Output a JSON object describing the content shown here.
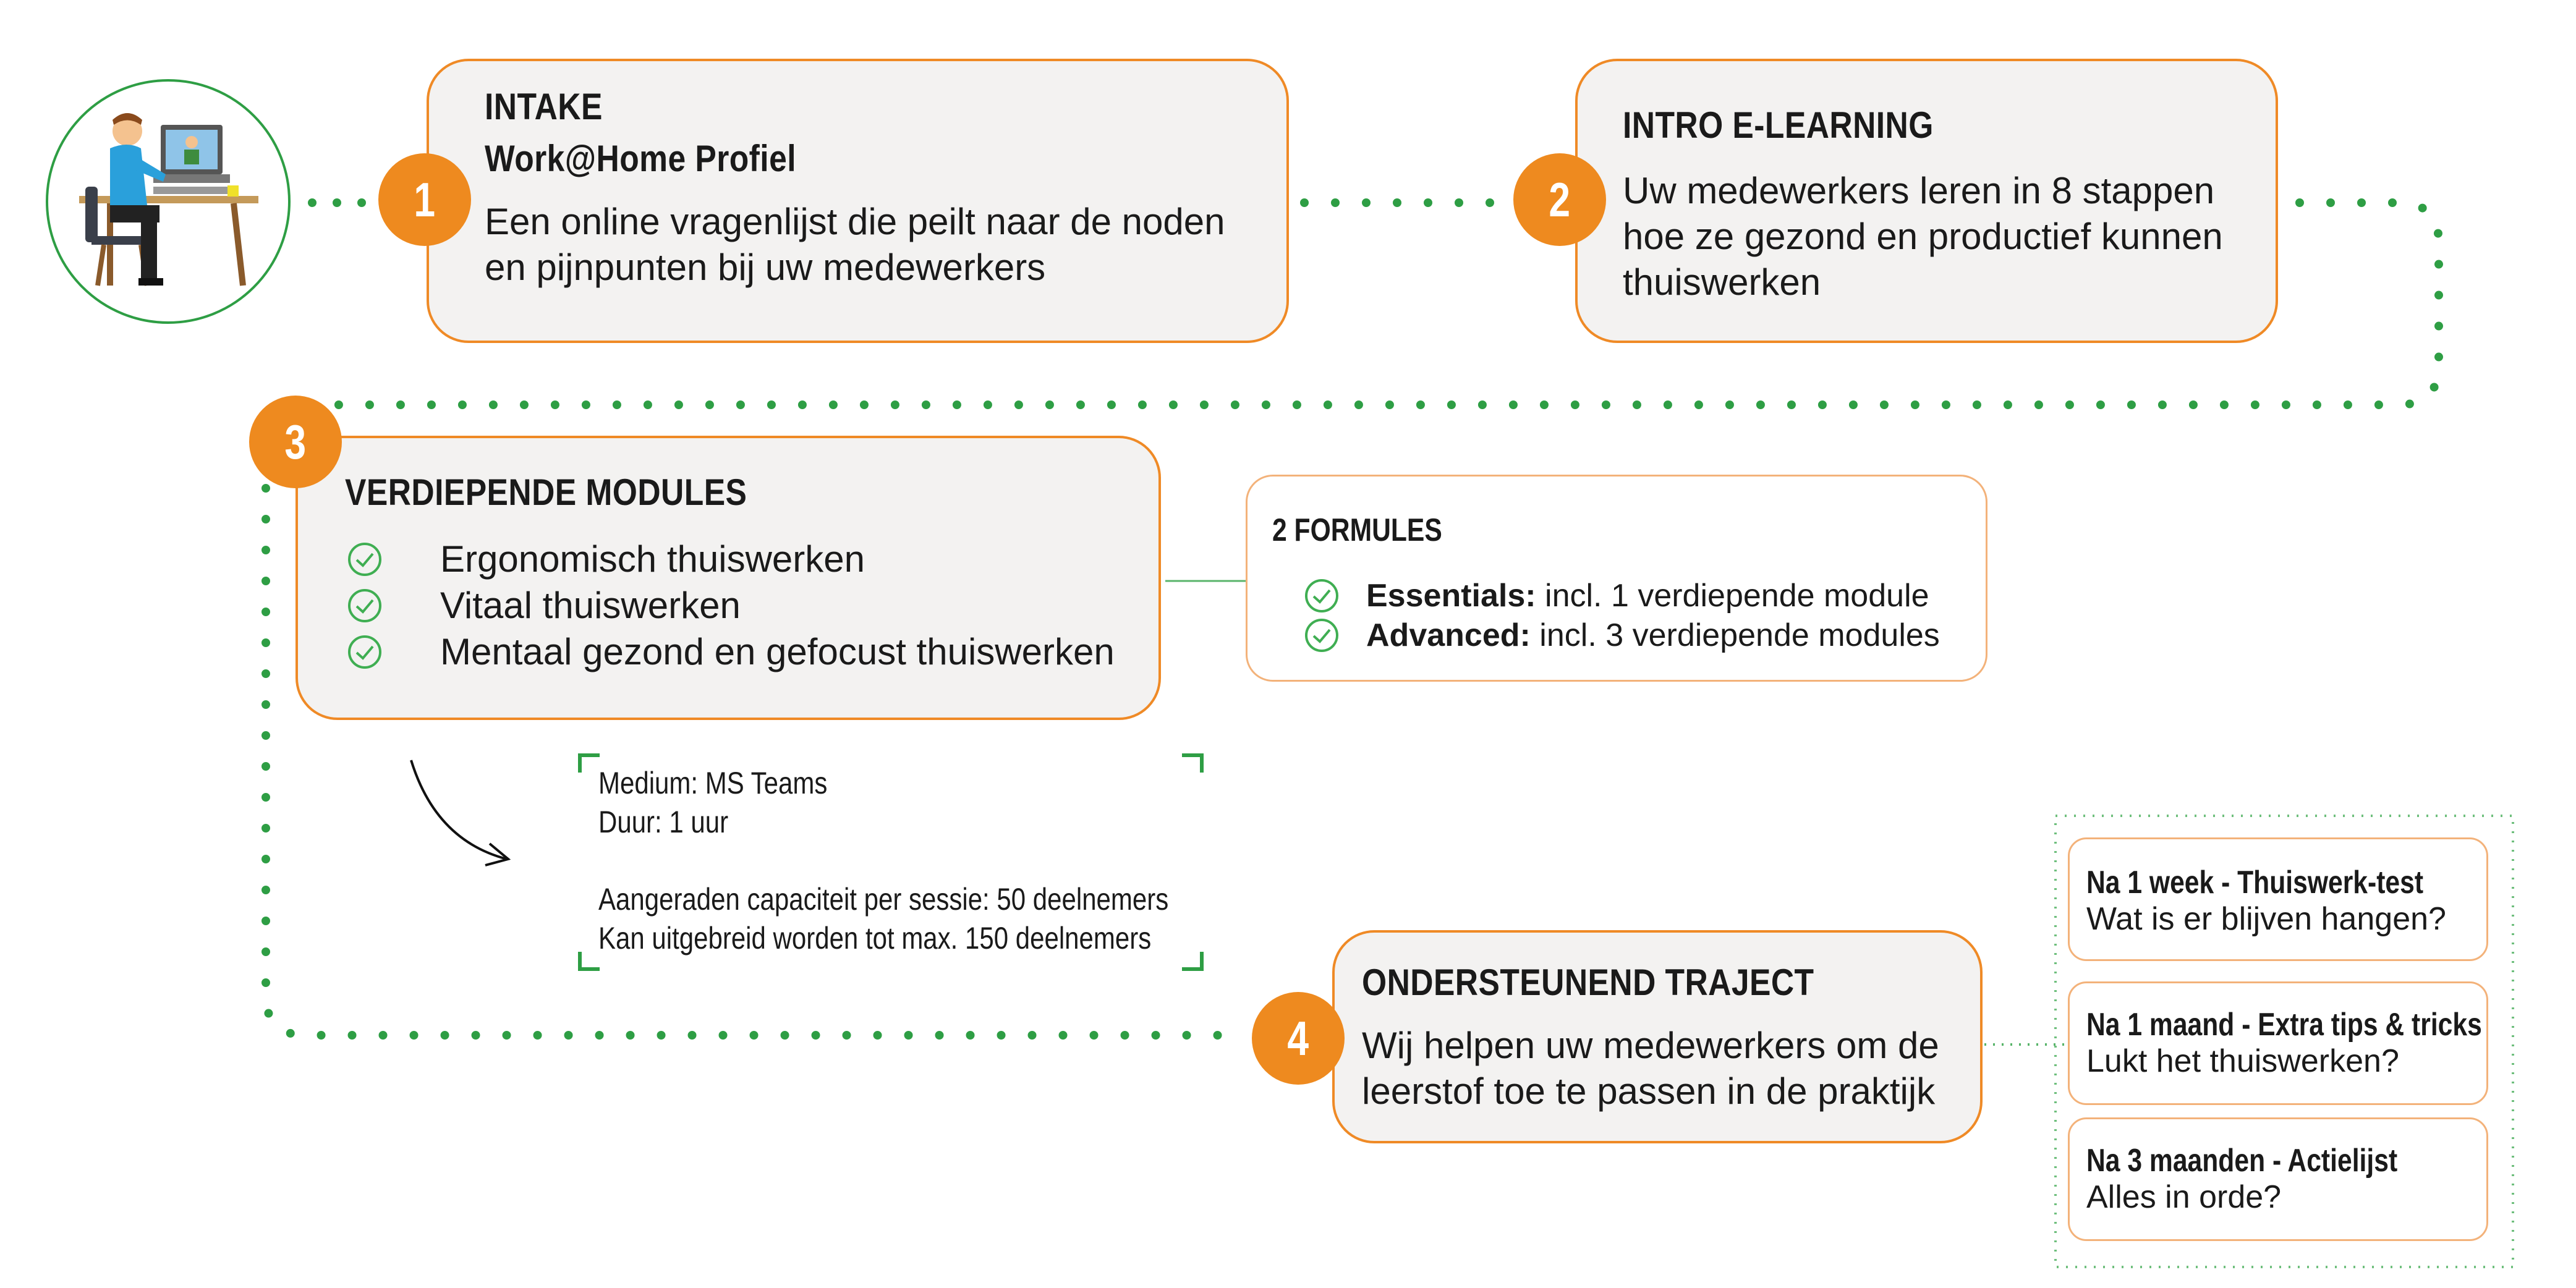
{
  "steps": [
    {
      "number": "1",
      "title": "INTAKE",
      "subtitle": "Work@Home Profiel",
      "text": [
        "Een online vragenlijst die peilt naar de noden",
        "en pijnpunten bij uw medewerkers"
      ]
    },
    {
      "number": "2",
      "title": "INTRO E-LEARNING",
      "text": [
        "Uw medewerkers leren in 8 stappen",
        "hoe ze gezond en productief kunnen",
        "thuiswerken"
      ]
    },
    {
      "number": "3",
      "title": "VERDIEPENDE MODULES",
      "items": [
        "Ergonomisch thuiswerken",
        "Vitaal thuiswerken",
        "Mentaal gezond en gefocust thuiswerken"
      ]
    },
    {
      "number": "4",
      "title": "ONDERSTEUNEND TRAJECT",
      "text": [
        "Wij helpen uw medewerkers om de",
        "leerstof toe te passen in de praktijk"
      ]
    }
  ],
  "formules": {
    "title": "2 FORMULES",
    "items": [
      {
        "label": "Essentials:",
        "text": " incl. 1 verdiepende module"
      },
      {
        "label": "Advanced:",
        "text": " incl. 3 verdiepende modules"
      }
    ]
  },
  "details": [
    "Medium: MS Teams",
    "Duur: 1 uur",
    "Aangeraden capaciteit per sessie: 50 deelnemers",
    "Kan uitgebreid worden tot max. 150 deelnemers"
  ],
  "followups": [
    {
      "title": "Na 1 week - Thuiswerk-test",
      "text": "Wat is er blijven hangen?"
    },
    {
      "title": "Na 1 maand - Extra tips & tricks",
      "text": "Lukt het thuiswerken?"
    },
    {
      "title": "Na 3 maanden - Actielijst",
      "text": "Alles in orde?"
    }
  ],
  "colors": {
    "accent": "#ee8a1f",
    "path": "#2e9e44",
    "box_bg": "#f3f2f1"
  },
  "icons": {
    "avatar": "person-at-desk-icon",
    "check": "check-circle-icon",
    "arrow": "curved-arrow-icon"
  }
}
